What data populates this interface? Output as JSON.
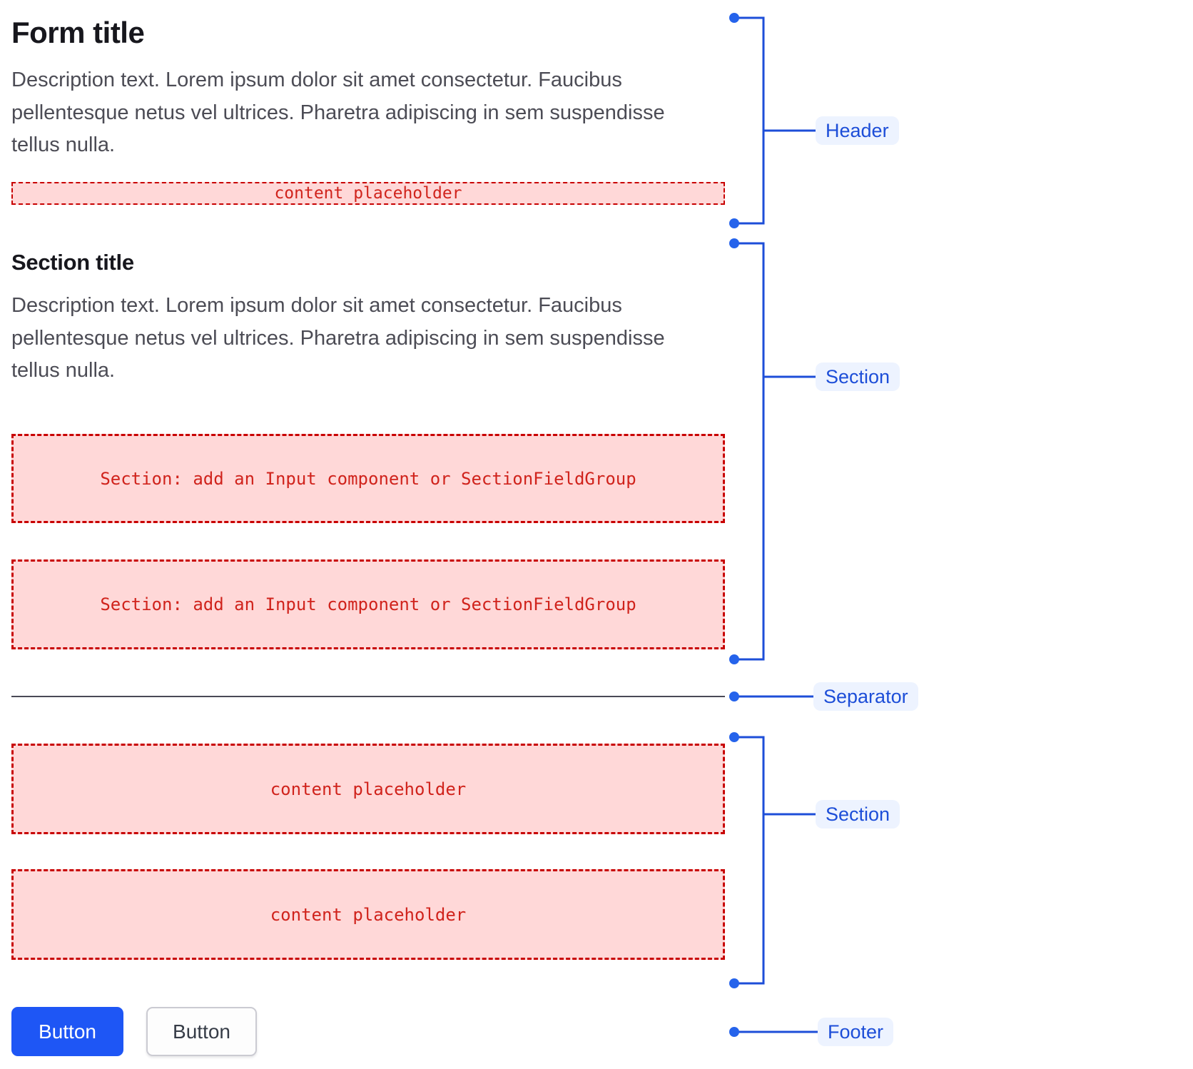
{
  "header": {
    "title": "Form title",
    "description": "Description text. Lorem ipsum dolor sit amet consectetur. Faucibus pellentesque netus vel ultrices. Pharetra adipiscing in sem suspendisse tellus nulla.",
    "placeholder": "content placeholder"
  },
  "section": {
    "title": "Section title",
    "description": "Description text. Lorem ipsum dolor sit amet consectetur. Faucibus pellentesque netus vel ultrices. Pharetra adipiscing in sem suspendisse tellus nulla.",
    "boxes": [
      {
        "label": "Section: add an Input component or SectionFieldGroup"
      },
      {
        "label": "Section: add an Input component or SectionFieldGroup"
      }
    ]
  },
  "section2": {
    "boxes": [
      {
        "label": "content placeholder"
      },
      {
        "label": "content placeholder"
      }
    ]
  },
  "footer": {
    "primary_button": "Button",
    "secondary_button": "Button"
  },
  "annotations": {
    "header_label": "Header",
    "section_label": "Section",
    "separator_label": "Separator",
    "section2_label": "Section",
    "footer_label": "Footer"
  },
  "colors": {
    "annotation_line": "#1d4ed8",
    "annotation_dot": "#2563eb",
    "annotation_label_bg": "#edf3ff",
    "annotation_label_text": "#1d4ed8",
    "placeholder_bg": "#ffd8d8",
    "placeholder_border": "#c80000",
    "placeholder_text": "#d0231c",
    "primary_button_bg": "#1e56f5",
    "primary_button_text": "#ffffff",
    "secondary_button_border": "#cbcbd2",
    "title_text": "#17171d",
    "description_text": "#4c4c55",
    "separator_line": "#4a4a56"
  }
}
